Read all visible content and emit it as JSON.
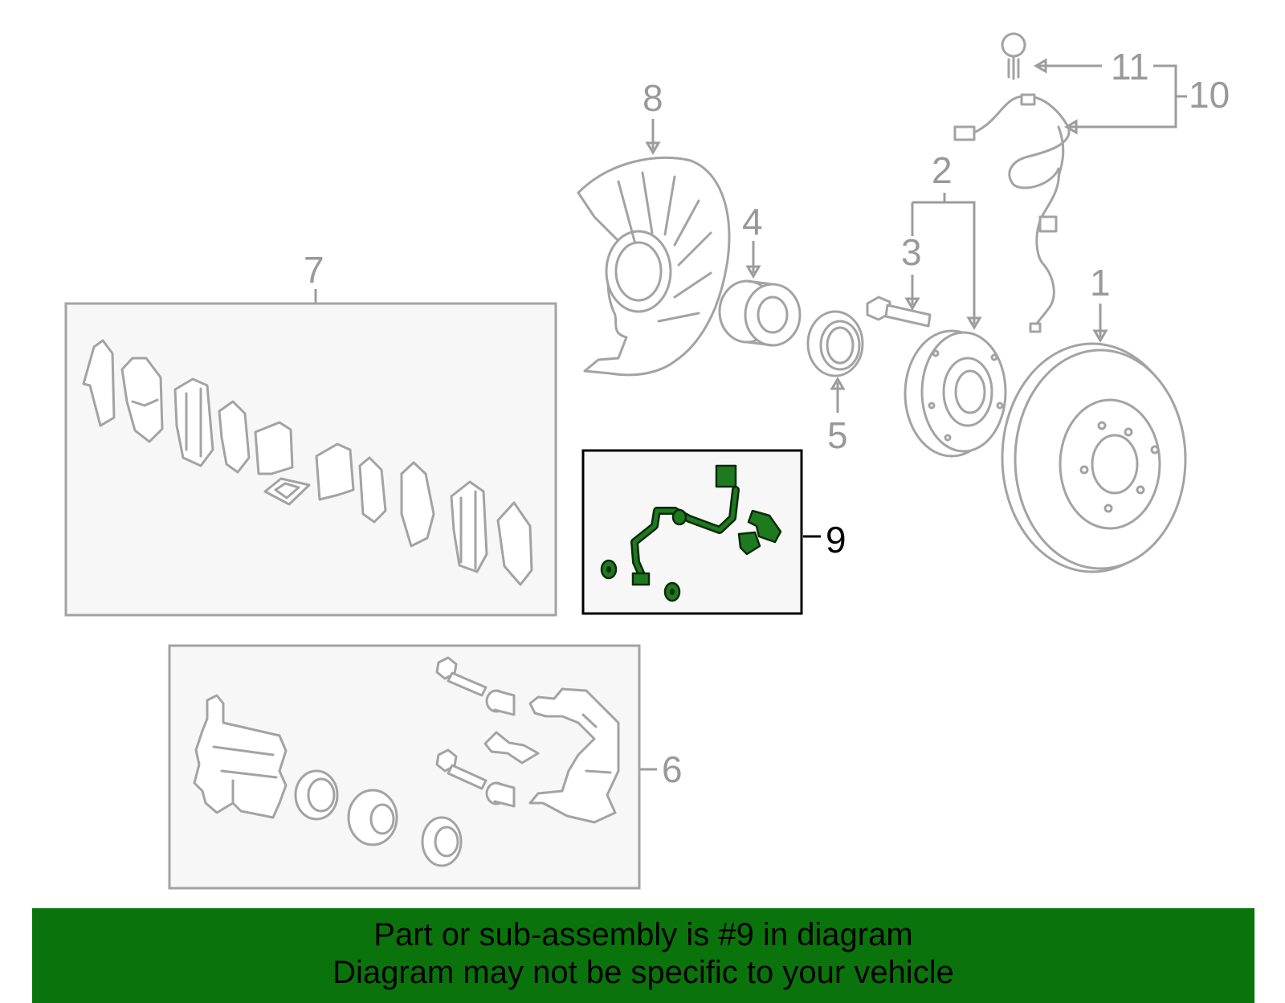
{
  "callouts": {
    "c1": "1",
    "c2": "2",
    "c3": "3",
    "c4": "4",
    "c5": "5",
    "c6": "6",
    "c7": "7",
    "c8": "8",
    "c9": "9",
    "c10": "10",
    "c11": "11"
  },
  "highlighted_part": "9",
  "colors": {
    "highlight": "#1e7a1e",
    "banner": "#0b730b",
    "line_art": "#a3a3a3"
  },
  "banner": {
    "line1": "Part or sub-assembly is #9 in diagram",
    "line2": "Diagram may not be specific to your vehicle"
  }
}
